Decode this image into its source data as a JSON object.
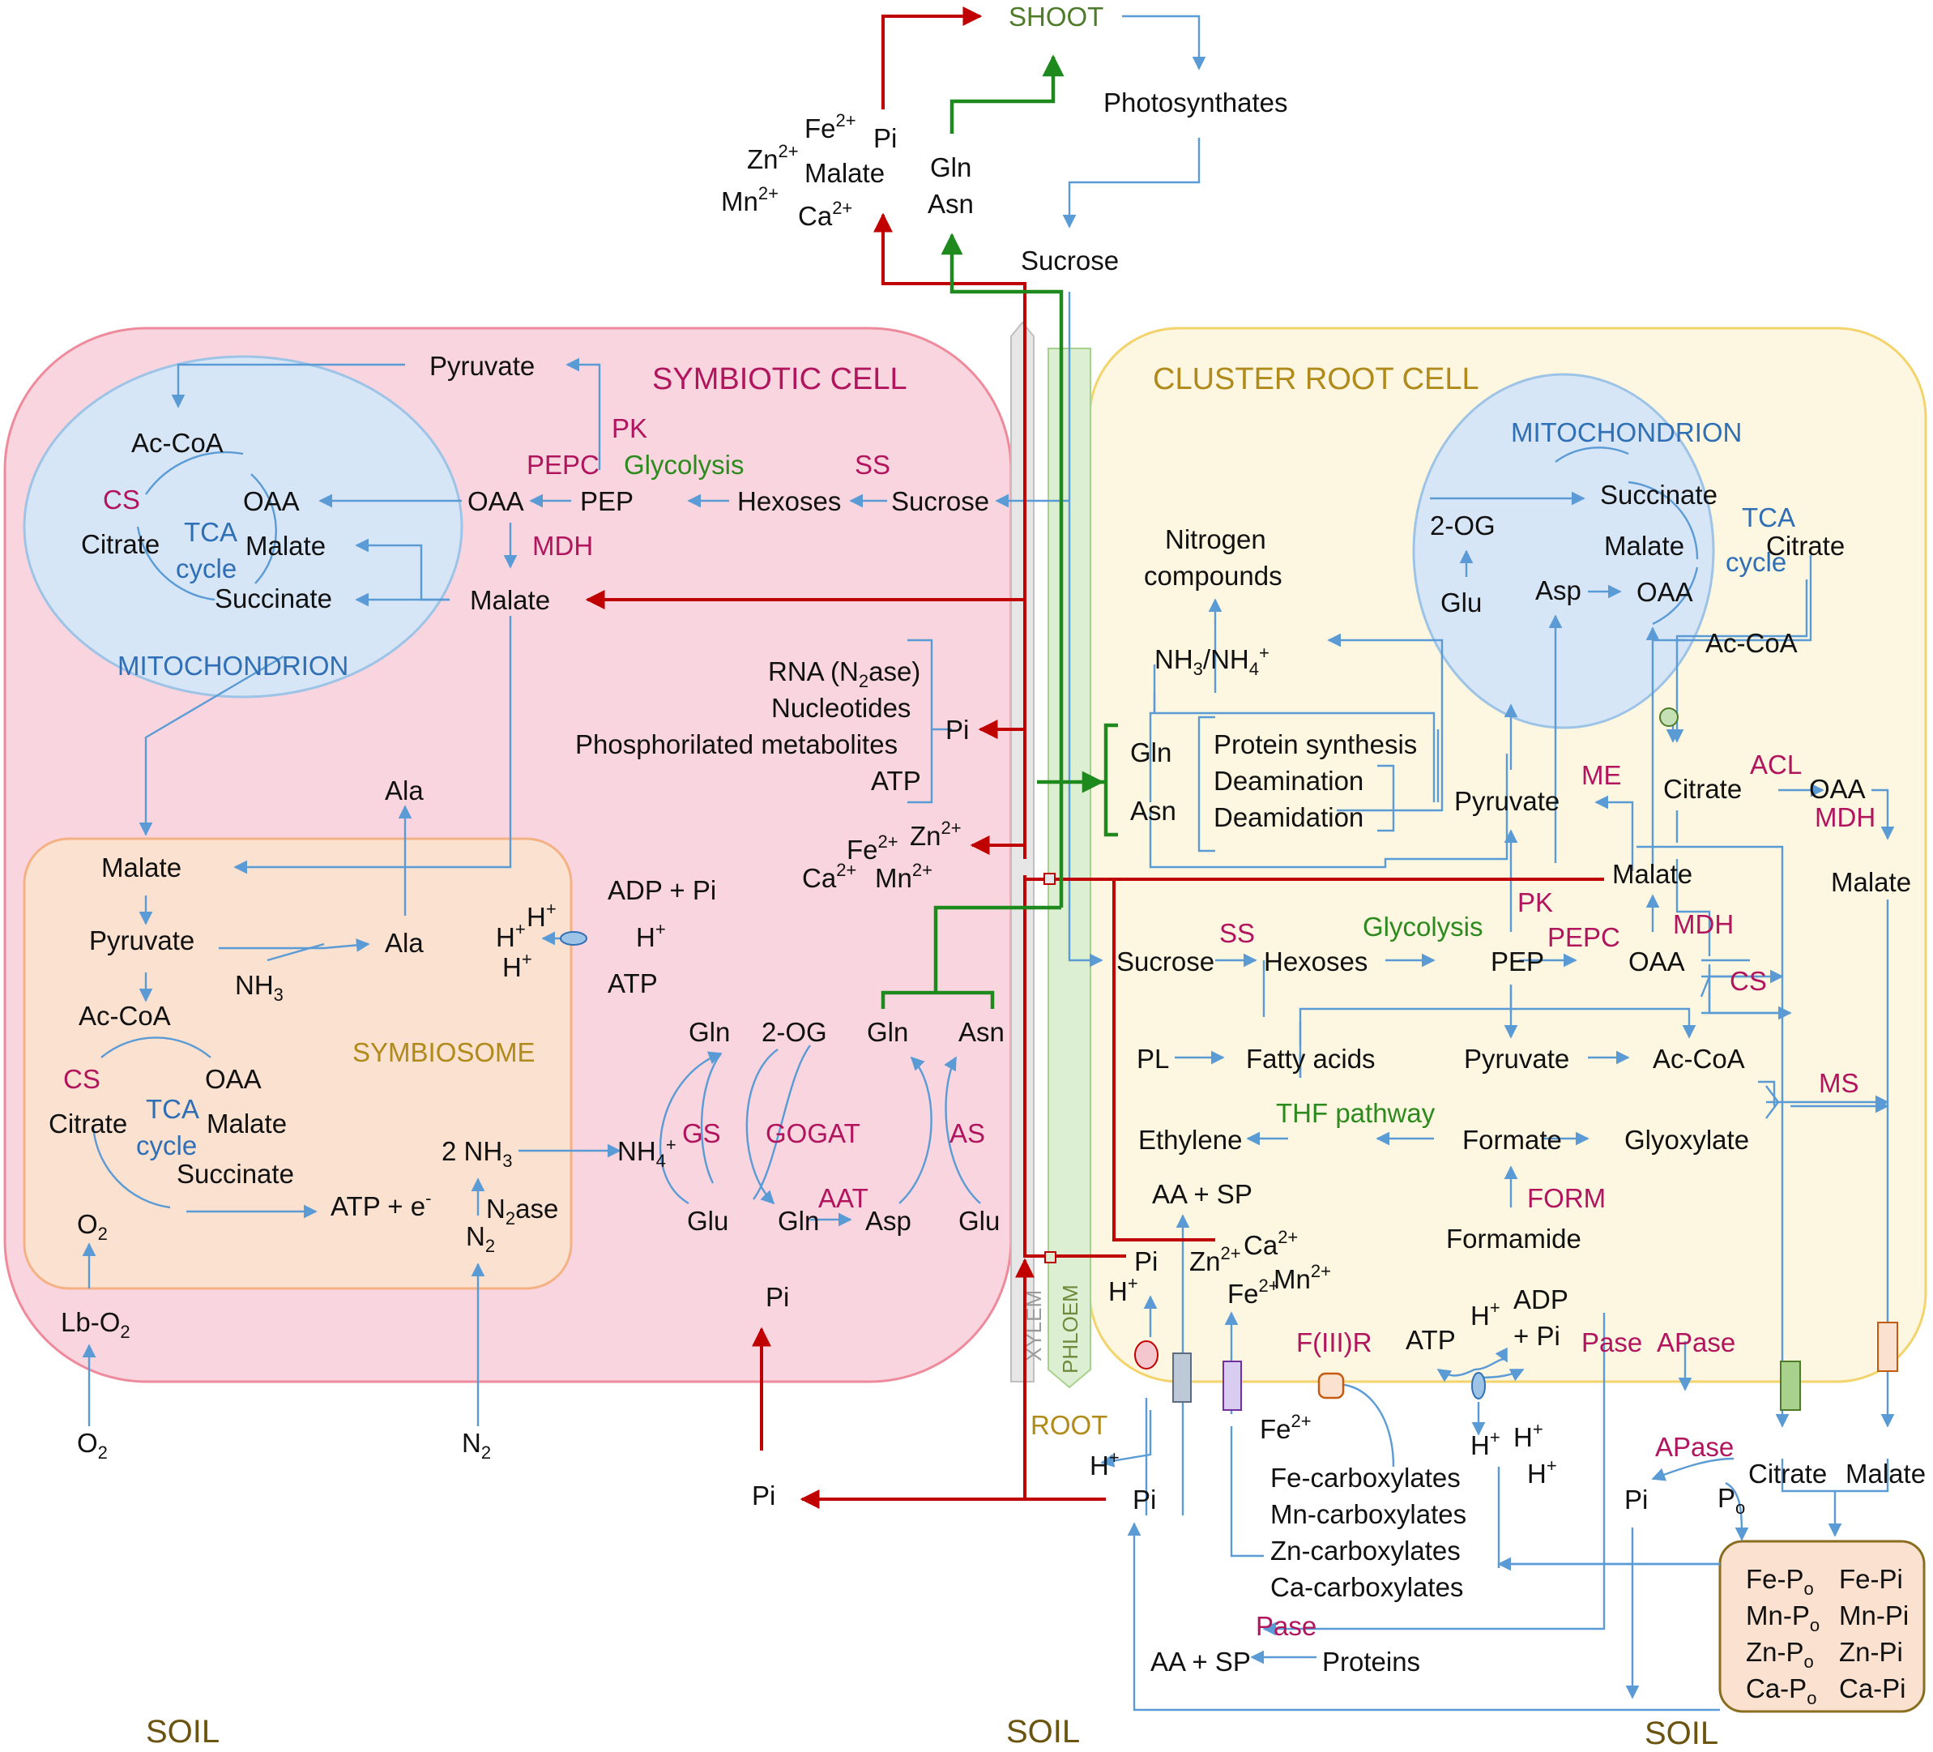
{
  "top": {
    "shoot": "SHOOT",
    "photosynthates": "Photosynthates",
    "sucrose": "Sucrose",
    "gln": "Gln",
    "asn": "Asn",
    "ions": [
      "Fe2+",
      "Pi",
      "Zn2+",
      "Malate",
      "Mn2+",
      "Ca2+"
    ]
  },
  "symbiotic": {
    "title": "SYMBIOTIC CELL",
    "mito": "MITOCHONDRION",
    "symbiosome": "SYMBIOSOME",
    "pyruvate": "Pyruvate",
    "pk": "PK",
    "pepc": "PEPC",
    "glycolysis": "Glycolysis",
    "ss": "SS",
    "acoa": "Ac-CoA",
    "cs": "CS",
    "oaa": "OAA",
    "citrate": "Citrate",
    "tca": "TCA",
    "cycle": "cycle",
    "malate": "Malate",
    "succinate": "Succinate",
    "pep": "PEP",
    "hexoses": "Hexoses",
    "mdh": "MDH",
    "rna": "RNA (N2ase)",
    "nucleotides": "Nucleotides",
    "phos": "Phosphorilated metabolites",
    "atp": "ATP",
    "pi": "Pi",
    "ala": "Ala",
    "nh3": "NH3",
    "adppi": "ADP + Pi",
    "hplus": "H+",
    "two_nh3": "2 NH3",
    "nh4": "NH4+",
    "atp_e": "ATP + e-",
    "n2ase": "N2ase",
    "n2": "N2",
    "o2": "O2",
    "lbo2": "Lb-O2",
    "gs": "GS",
    "gogat": "GOGAT",
    "aat": "AAT",
    "as": "AS",
    "gln": "Gln",
    "glu": "Glu",
    "og": "2-OG",
    "asp": "Asp",
    "asn": "Asn"
  },
  "cluster": {
    "title": "CLUSTER ROOT CELL",
    "mito": "MITOCHONDRION",
    "nitrogen": "Nitrogen",
    "compounds": "compounds",
    "nh": "NH3/NH4+",
    "og": "2-OG",
    "glu": "Glu",
    "asp": "Asp",
    "succinate": "Succinate",
    "malate": "Malate",
    "citrate": "Citrate",
    "oaa": "OAA",
    "tca": "TCA",
    "cycle": "cycle",
    "acoa": "Ac-CoA",
    "gln": "Gln",
    "asn": "Asn",
    "protein": "Protein synthesis",
    "deamination": "Deamination",
    "deamidation": "Deamidation",
    "pyruvate": "Pyruvate",
    "me": "ME",
    "acl": "ACL",
    "mdh": "MDH",
    "pk": "PK",
    "pepc": "PEPC",
    "ss": "SS",
    "glycolysis": "Glycolysis",
    "sucrose": "Sucrose",
    "hexoses": "Hexoses",
    "pep": "PEP",
    "cs": "CS",
    "ms": "MS",
    "pl": "PL",
    "fatty": "Fatty acids",
    "ethylene": "Ethylene",
    "thf": "THF pathway",
    "formate": "Formate",
    "glyoxylate": "Glyoxylate",
    "form": "FORM",
    "formamide": "Formamide",
    "aasp": "AA + SP",
    "ions": [
      "Ca2+",
      "Zn2+",
      "Mn2+",
      "Fe2+"
    ],
    "pi": "Pi",
    "hplus": "H+",
    "f3r": "F(III)R",
    "atp": "ATP",
    "adp": "ADP",
    "plus_pi": "+ Pi",
    "pase": "Pase",
    "apase": "APase",
    "po": "Po"
  },
  "soil_side": {
    "carboxylates": [
      "Fe-carboxylates",
      "Mn-carboxylates",
      "Zn-carboxylates",
      "Ca-carboxylates"
    ],
    "proteins": "Proteins",
    "complexes_po": [
      "Fe-Po",
      "Mn-Po",
      "Zn-Po",
      "Ca-Po"
    ],
    "complexes_pi": [
      "Fe-Pi",
      "Mn-Pi",
      "Zn-Pi",
      "Ca-Pi"
    ],
    "citrate": "Citrate",
    "malate": "Malate",
    "pi": "Pi",
    "o2": "O2",
    "n2": "N2",
    "fe2": "Fe2+"
  },
  "root": {
    "xylem": "XYLEM",
    "phloem": "PHLOEM",
    "root": "ROOT"
  },
  "soil_labels": [
    "SOIL",
    "SOIL",
    "SOIL"
  ],
  "colors": {
    "symbiotic_cell": "#f9d6df",
    "cluster_cell": "#fdf6e0",
    "mito": "#d7e6f6",
    "symbiosome": "#fbe1d0",
    "phosphate_box": "#fbe1d0"
  }
}
